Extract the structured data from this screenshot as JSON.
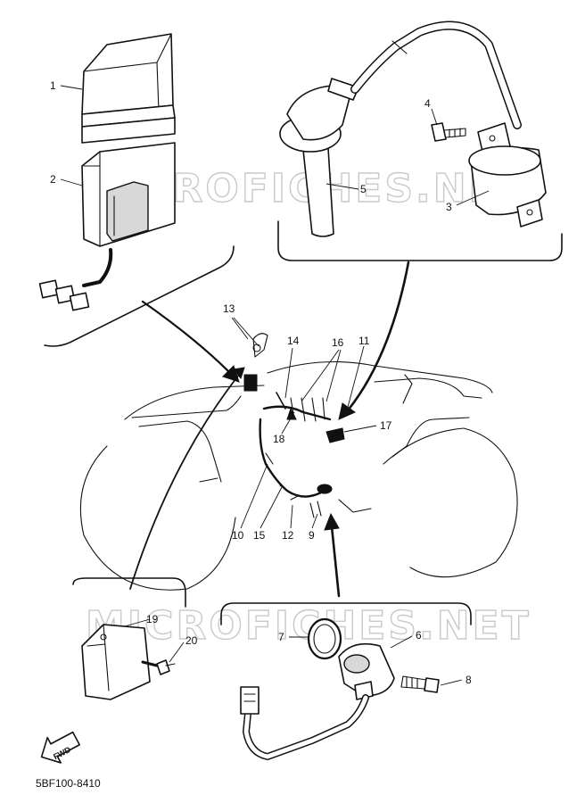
{
  "watermark": "MICROFICHES.NET",
  "diagram_code": "5BF100-8410",
  "fwd_label": "FWD",
  "callouts": [
    "1",
    "2",
    "3",
    "4",
    "5",
    "6",
    "7",
    "8",
    "9",
    "10",
    "11",
    "12",
    "13",
    "14",
    "15",
    "16",
    "17",
    "18",
    "19",
    "20"
  ]
}
